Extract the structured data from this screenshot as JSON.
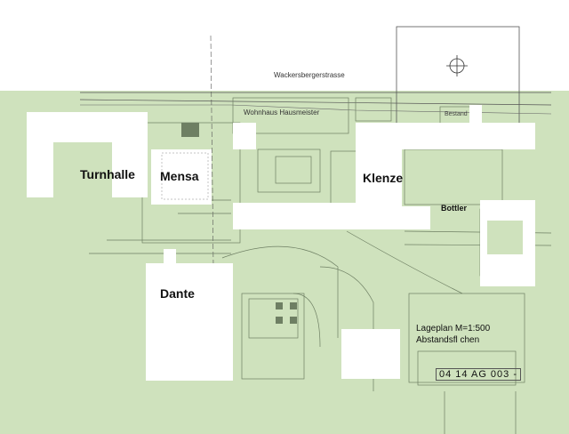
{
  "street": "Wackersbergerstrasse",
  "buildings": {
    "turnhalle": "Turnhalle",
    "mensa": "Mensa",
    "klenze": "Klenze",
    "dante": "Dante",
    "bottler": "Bottler"
  },
  "annotations": {
    "wohnhaus": "Wohnhaus Hausmeister",
    "bestand": "Bestand"
  },
  "title_block": {
    "line1": "Lageplan M=1:500",
    "line2": "Abstandsfl chen",
    "plan_number": "04 14 AG 003 -"
  },
  "colors": {
    "site_green": "#cfe2bd",
    "building_white": "#ffffff",
    "line": "#555555"
  }
}
